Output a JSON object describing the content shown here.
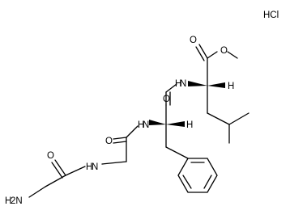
{
  "molecule": {
    "salt": "HCl",
    "atoms": {
      "o_ester": "O",
      "o_ester_carbonyl": "O",
      "nh_leu": "N",
      "nh_leu_h": "H",
      "h_leu_alpha": "H",
      "o_phe_carbonyl": "O",
      "nh_phe": "N",
      "nh_phe_h": "H",
      "h_phe_alpha": "H",
      "o_gly2_carbonyl": "O",
      "nh_gly2": "N",
      "nh_gly2_h": "H",
      "o_gly1_carbonyl": "O",
      "nh2_n": "H",
      "nh2_h": "2N"
    }
  }
}
